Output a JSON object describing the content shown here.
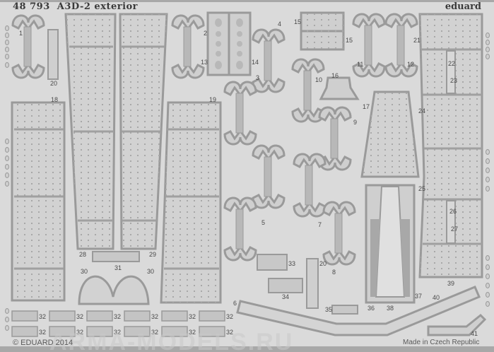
{
  "header": {
    "title": "48 793  A3D-2 exterior",
    "brand": "eduard"
  },
  "footer": {
    "copyright": "© EDUARD 2014",
    "origin": "Made in Czech Republic",
    "watermark": "ARMA-MODELS.RU"
  },
  "colors": {
    "background": "#dadada",
    "part_fill": "#d0d0d0",
    "part_outline": "#9a9a9a",
    "text": "#4a4a4a"
  },
  "part_numbers": {
    "p1": "1",
    "p2": "2",
    "p3": "3",
    "p4": "4",
    "p5": "5",
    "p6": "6",
    "p7": "7",
    "p8": "8",
    "p9": "9",
    "p10": "10",
    "p11": "11",
    "p12": "12",
    "p13": "13",
    "p14": "14",
    "p15a": "15",
    "p15b": "15",
    "p16": "16",
    "p17": "17",
    "p18": "18",
    "p19": "19",
    "p20a": "20",
    "p20b": "20",
    "p21": "21",
    "p22": "22",
    "p23": "23",
    "p24": "24",
    "p25": "25",
    "p26": "26",
    "p27": "27",
    "p28": "28",
    "p29": "29",
    "p30a": "30",
    "p30b": "30",
    "p31": "31",
    "p33": "33",
    "p34": "34",
    "p35": "35",
    "p36": "36",
    "p37": "37",
    "p38": "38",
    "p39": "39",
    "p40": "40",
    "p41": "41"
  },
  "part32_label": "32"
}
